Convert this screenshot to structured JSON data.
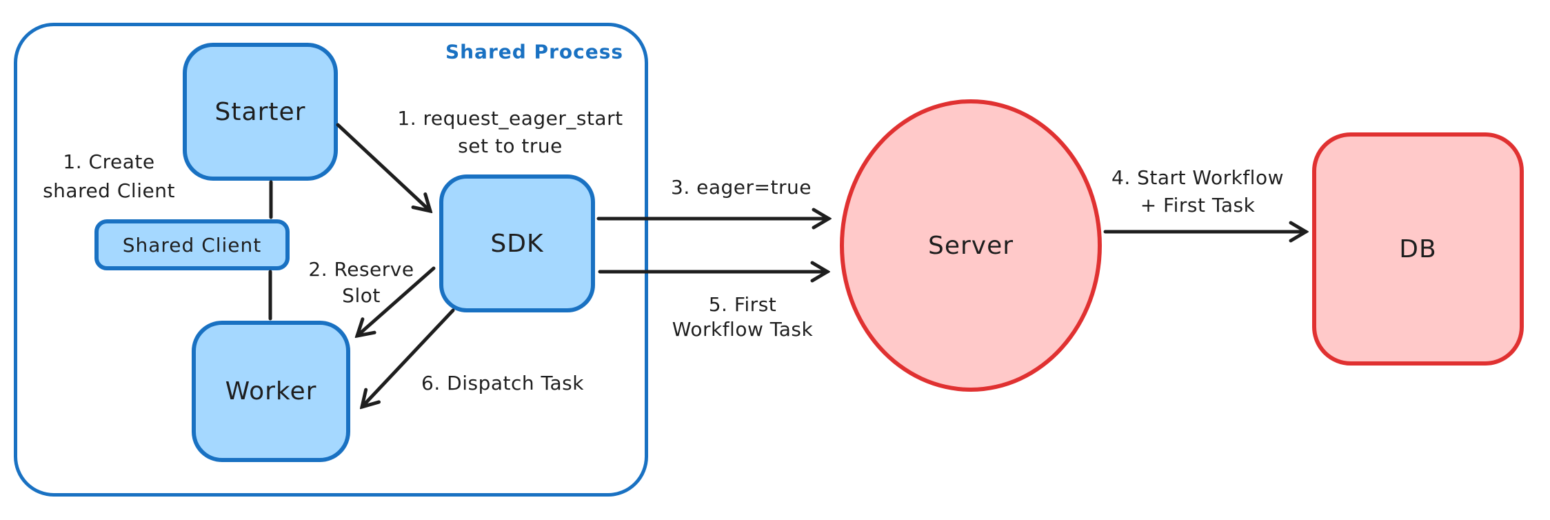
{
  "diagram": {
    "container": {
      "title": "Shared Process"
    },
    "nodes": {
      "starter": {
        "label": "Starter"
      },
      "shared_client": {
        "label": "Shared Client"
      },
      "worker": {
        "label": "Worker"
      },
      "sdk": {
        "label": "SDK"
      },
      "server": {
        "label": "Server"
      },
      "db": {
        "label": "DB"
      }
    },
    "annotations": {
      "create_shared_client": {
        "line1": "1. Create",
        "line2": "shared Client"
      },
      "request_eager_start": {
        "line1": "1. request_eager_start",
        "line2": "set to true"
      },
      "reserve_slot": {
        "line1": "2. Reserve",
        "line2": "Slot"
      },
      "eager_true": {
        "text": "3. eager=true"
      },
      "start_workflow": {
        "line1": "4. Start Workflow",
        "line2": "+ First Task"
      },
      "first_workflow_task": {
        "line1": "5. First",
        "line2": "Workflow Task"
      },
      "dispatch_task": {
        "text": "6. Dispatch Task"
      }
    },
    "colors": {
      "blue_stroke": "#1971c2",
      "blue_fill": "#a5d8ff",
      "red_stroke": "#e03131",
      "red_fill": "#ffc9c9",
      "arrow": "#1e1e1e",
      "background": "#ffffff"
    }
  }
}
